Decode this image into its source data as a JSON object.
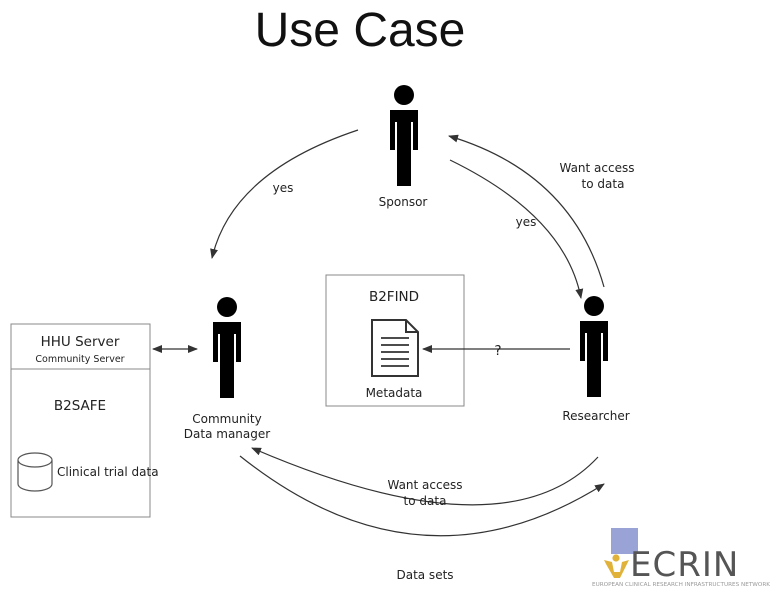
{
  "title": "Use Case",
  "actors": {
    "sponsor": "Sponsor",
    "researcher": "Researcher",
    "data_manager_line1": "Community",
    "data_manager_line2": "Data manager"
  },
  "server_box": {
    "title": "HHU Server",
    "subtitle": "Community Server",
    "service": "B2SAFE",
    "storage_label": "Clinical trial data"
  },
  "find_box": {
    "title": "B2FIND",
    "document_label": "Metadata"
  },
  "flows": {
    "sponsor_to_manager": "yes",
    "researcher_request_line1": "Want access",
    "researcher_request_line2": "to data",
    "sponsor_to_researcher": "yes",
    "search_query": "?",
    "manager_request_line1": "Want access",
    "manager_request_line2": "to data",
    "data_sets": "Data sets"
  },
  "logo": {
    "name": "ECRIN",
    "tagline": "EUROPEAN CLINICAL RESEARCH INFRASTRUCTURES NETWORK"
  },
  "colors": {
    "logo_square": "#9aa3d6",
    "logo_figure": "#e0b23a",
    "stroke": "#333333"
  }
}
